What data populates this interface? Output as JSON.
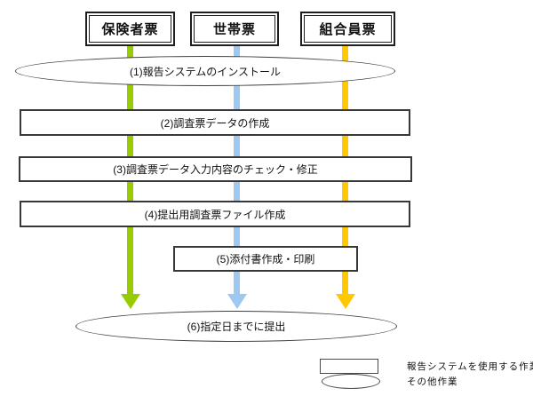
{
  "diagram": {
    "title": "report-system-workflow-flowchart",
    "source_boxes": [
      {
        "label": "保険者票"
      },
      {
        "label": "世帯票"
      },
      {
        "label": "組合員票"
      }
    ],
    "arrows": [
      {
        "name": "hokenshahyo-flow",
        "color": "#99CC00"
      },
      {
        "name": "setaihyo-flow",
        "color": "#9DC9F0"
      },
      {
        "name": "kumiaiinhyo-flow",
        "color": "#FFC800"
      }
    ],
    "steps": [
      {
        "shape": "ellipse",
        "label": "(1)報告システムのインストール"
      },
      {
        "shape": "rect",
        "label": "(2)調査票データの作成"
      },
      {
        "shape": "rect",
        "label": "(3)調査票データ入力内容のチェック・修正"
      },
      {
        "shape": "rect",
        "label": "(4)提出用調査票ファイル作成"
      },
      {
        "shape": "rect",
        "label": "(5)添付書作成・印刷"
      },
      {
        "shape": "ellipse",
        "label": "(6)指定日までに提出"
      }
    ],
    "legend": [
      {
        "symbol": "rect",
        "label": "報告システムを使用する作業"
      },
      {
        "symbol": "ellipse",
        "label": "その他作業"
      }
    ]
  }
}
